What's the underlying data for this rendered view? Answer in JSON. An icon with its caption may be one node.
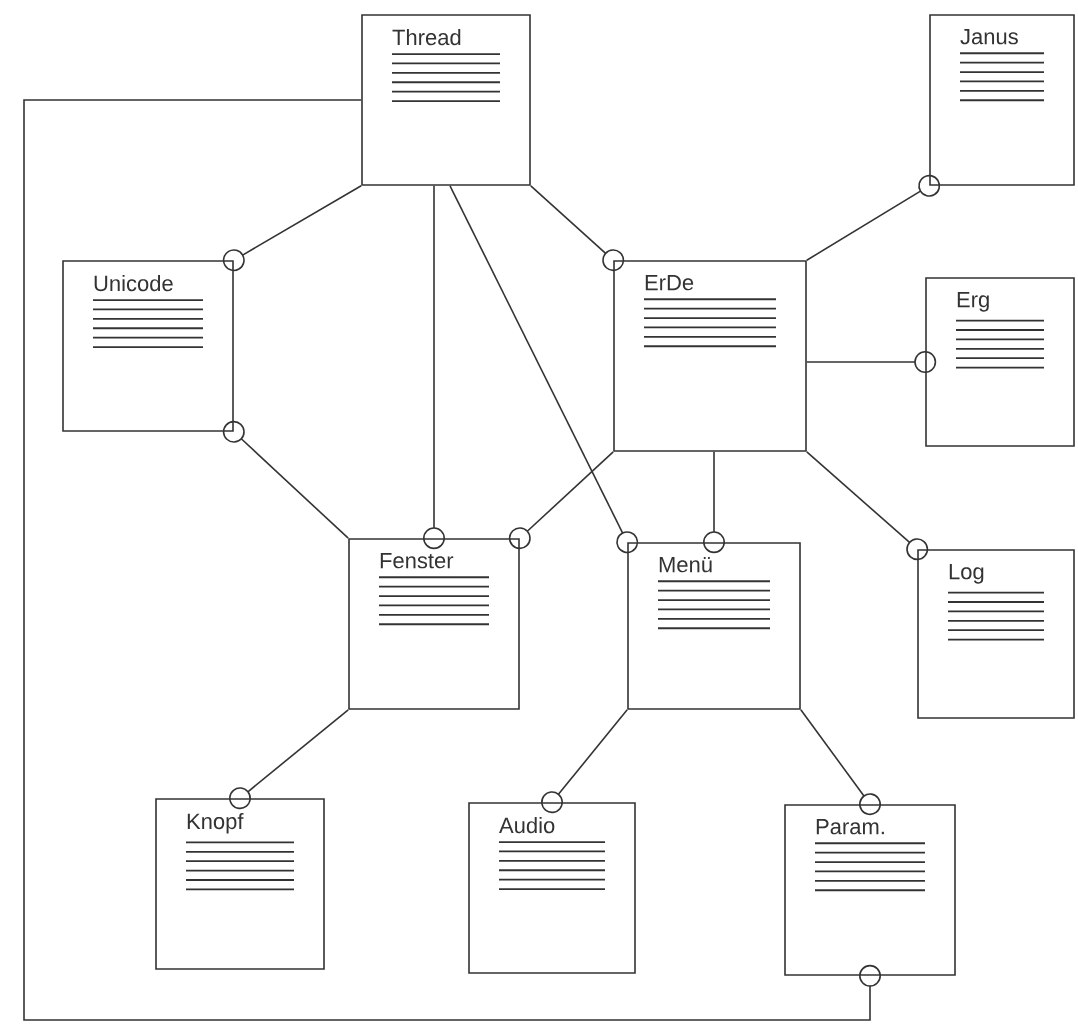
{
  "diagram": {
    "nodes": [
      {
        "text": [
          "Thread"
        ]
      },
      {
        "text": [
          "Janus"
        ]
      },
      {
        "text": [
          "Unicode"
        ]
      },
      {
        "text": [
          "ErDe"
        ]
      },
      {
        "text": [
          "Erg"
        ]
      },
      {
        "text": [
          "Fenster"
        ]
      },
      {
        "text": [
          "Menü"
        ]
      },
      {
        "text": [
          "Log"
        ]
      },
      {
        "text": [
          "Knopf"
        ]
      },
      {
        "text": [
          "Audio"
        ]
      },
      {
        "text": [
          "Param."
        ]
      }
    ],
    "edges": [
      {
        "from": 0,
        "to": 2,
        "arrow": "other"
      },
      {
        "from": 5,
        "to": 2,
        "arrow": "other"
      },
      {
        "from": 0,
        "to": 3,
        "arrow": "other"
      },
      {
        "from": 0,
        "to": 5,
        "arrow": "other"
      },
      {
        "from": 0,
        "to": 6,
        "arrow": "other"
      },
      {
        "from": 3,
        "to": 1,
        "arrow": "other"
      },
      {
        "from": 3,
        "to": 4,
        "arrow": "other"
      },
      {
        "from": 3,
        "to": 7,
        "arrow": "other"
      },
      {
        "from": 3,
        "to": 6,
        "arrow": "other"
      },
      {
        "from": 3,
        "to": 5,
        "arrow": "other"
      },
      {
        "from": 5,
        "to": 8,
        "arrow": "other"
      },
      {
        "from": 6,
        "to": 9,
        "arrow": "other"
      },
      {
        "from": 6,
        "to": 10,
        "arrow": "other"
      },
      {
        "from": 0,
        "to": 10,
        "arrow": "other"
      }
    ]
  }
}
